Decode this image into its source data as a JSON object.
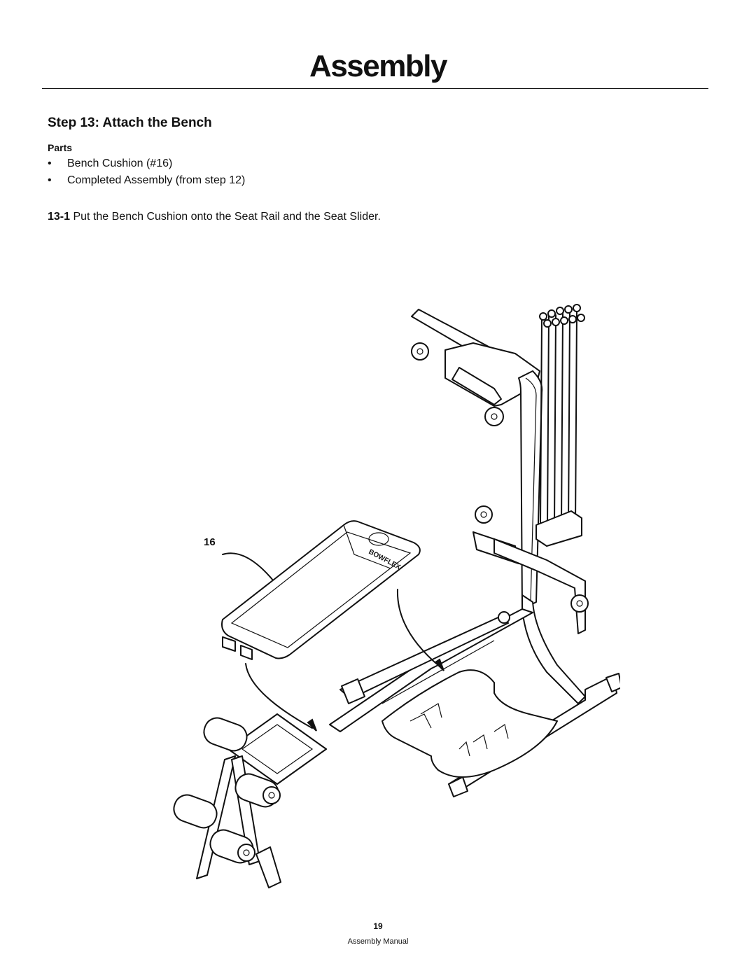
{
  "header": {
    "title": "Assembly"
  },
  "step": {
    "title": "Step 13: Attach the Bench"
  },
  "parts": {
    "heading": "Parts",
    "items": [
      "Bench Cushion (#16)",
      "Completed Assembly (from step 12)"
    ]
  },
  "instruction": {
    "number": "13-1",
    "text": "Put the Bench Cushion onto the Seat Rail and the Seat Slider."
  },
  "diagram": {
    "callout_label": "16",
    "cushion_brand": "BOWFLEX"
  },
  "footer": {
    "page_number": "19",
    "manual_name": "Assembly Manual"
  }
}
